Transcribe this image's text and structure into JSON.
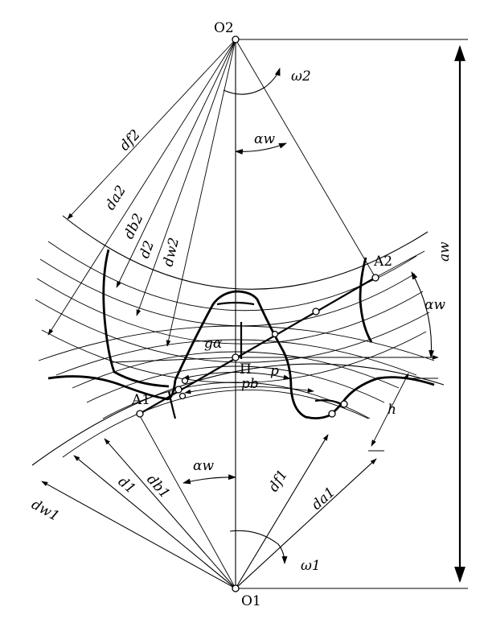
{
  "points": {
    "o2": "O2",
    "o1": "O1",
    "a1": "A1",
    "a2": "A2",
    "pole": "П"
  },
  "labels": {
    "omega2": "ω2",
    "omega1": "ω1",
    "alpha_w_top": "αw",
    "alpha_w_right": "αw",
    "alpha_w_bottom": "αw",
    "a_w": "aw",
    "d_f2": "df2",
    "d_a2": "da2",
    "d_b2": "db2",
    "d_2": "d2",
    "d_w2": "dw2",
    "d_w1": "dw1",
    "d_1": "d1",
    "d_b1": "db1",
    "d_f1": "df1",
    "d_a1": "da1",
    "g_a": "gα",
    "p": "p",
    "p_b": "pb",
    "h": "h"
  }
}
